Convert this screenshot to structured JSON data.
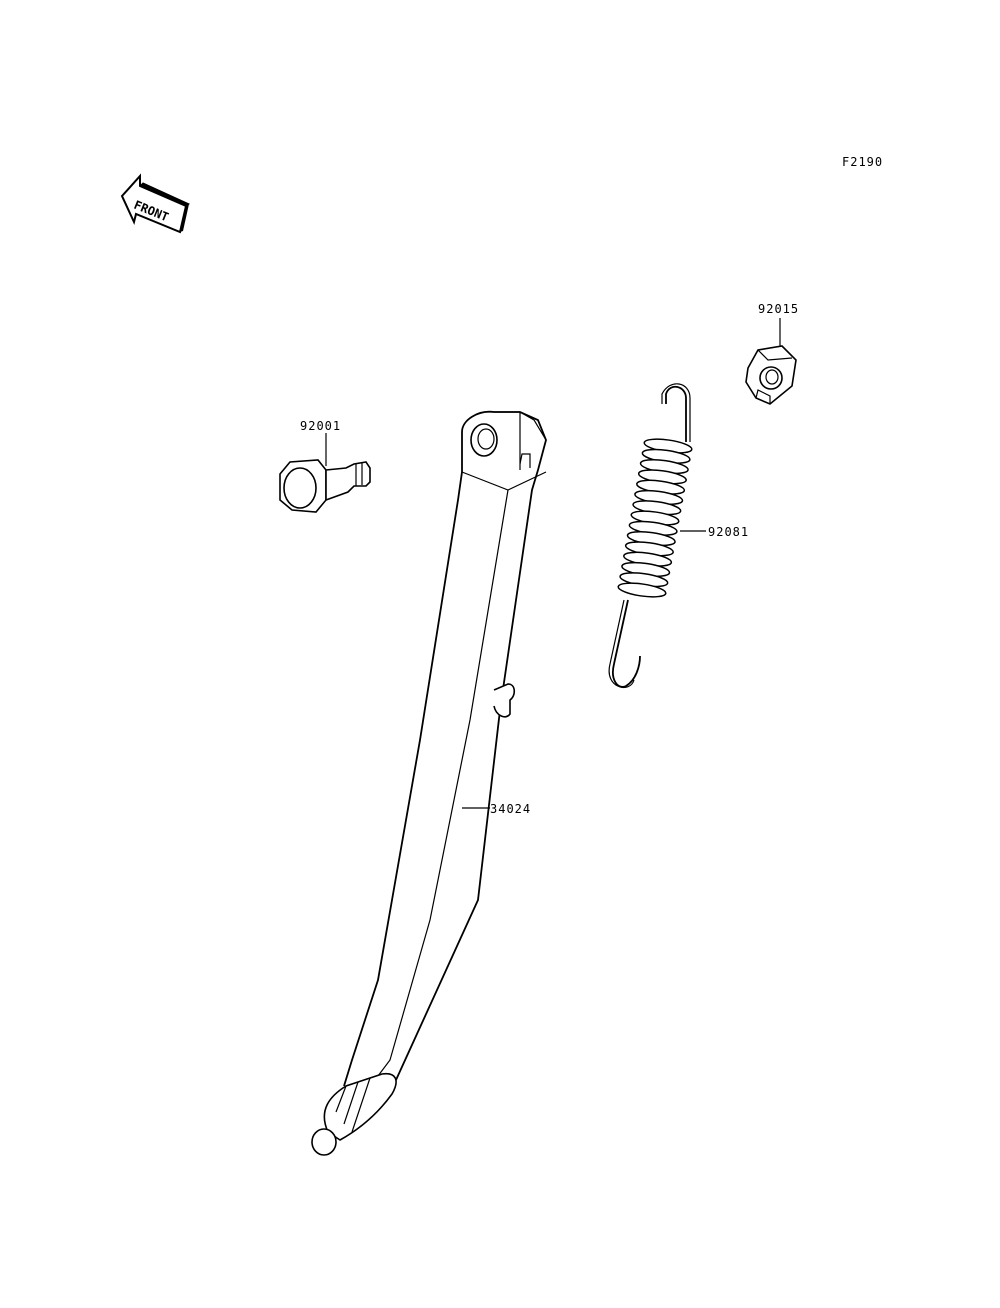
{
  "figure_code": "F2190",
  "front_arrow_text": "FRONT",
  "parts": [
    {
      "number": "92015",
      "icon": "hex-nut-icon"
    },
    {
      "number": "92001",
      "icon": "bolt-icon"
    },
    {
      "number": "92081",
      "icon": "spring-icon"
    },
    {
      "number": "34024",
      "icon": "side-stand-icon"
    }
  ]
}
